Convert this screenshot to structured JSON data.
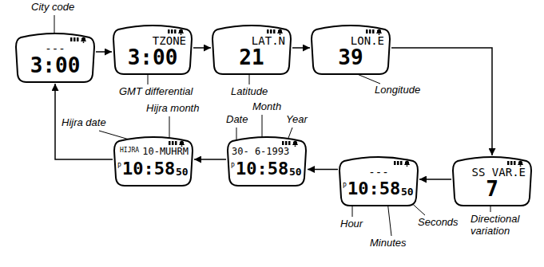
{
  "diagram": {
    "nodes": [
      {
        "text": [
          "---",
          "3:00"
        ]
      },
      {
        "text": [
          "TZONE",
          "3:00"
        ]
      },
      {
        "text": [
          "LAT.N",
          "21"
        ]
      },
      {
        "text": [
          "LON.E",
          "39"
        ]
      },
      {
        "text": [
          "SS VAR.E",
          "7"
        ]
      },
      {
        "text": [
          "---",
          "P",
          "10:58",
          "50"
        ]
      },
      {
        "text": [
          "30- 6-1993",
          "P",
          "10:58",
          "50"
        ]
      },
      {
        "text": [
          "HIJRA",
          "10-MUHRM",
          "P",
          "10:58",
          "50"
        ]
      }
    ],
    "edges": [
      {
        "from": 0,
        "to": 1,
        "arrow": "to"
      },
      {
        "from": 1,
        "to": 2,
        "arrow": "to"
      },
      {
        "from": 2,
        "to": 3,
        "arrow": "to"
      },
      {
        "from": 3,
        "to": 4,
        "arrow": "to"
      },
      {
        "from": 4,
        "to": 5,
        "arrow": "to"
      },
      {
        "from": 5,
        "to": 6,
        "arrow": "to"
      },
      {
        "from": 6,
        "to": 7,
        "arrow": "to"
      },
      {
        "from": 7,
        "to": 0,
        "arrow": "to"
      }
    ],
    "labels": [
      "City code",
      "GMT differential",
      "Latitude",
      "Longitude",
      "Directional variation",
      "Hour",
      "Minutes",
      "Seconds",
      "Date",
      "Month",
      "Year",
      "Hijra date",
      "Hijra month"
    ]
  }
}
